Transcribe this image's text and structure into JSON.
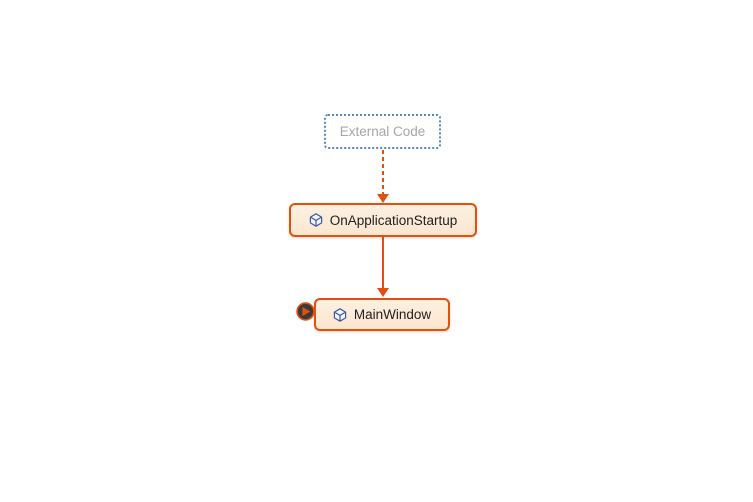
{
  "diagram": {
    "type": "dependency-graph",
    "background": "#ffffff",
    "nodes": {
      "external": {
        "label": "External Code",
        "kind": "external-group"
      },
      "startup": {
        "label": "OnApplicationStartup",
        "kind": "method",
        "icon": "cube-icon"
      },
      "mainwindow": {
        "label": "MainWindow",
        "kind": "method",
        "icon": "cube-icon",
        "has_expand_button": true
      }
    },
    "edges": [
      {
        "from": "External Code",
        "to": "OnApplicationStartup",
        "style": "dashed",
        "direction": "down"
      },
      {
        "from": "OnApplicationStartup",
        "to": "MainWindow",
        "style": "solid",
        "direction": "down"
      }
    ],
    "colors": {
      "edge_orange": "#E1500F",
      "method_border": "#E1500F",
      "method_fill_top": "#FDF0E0",
      "method_fill_bottom": "#FBE6D0",
      "method_text": "#212121",
      "external_border": "#5589B8",
      "external_text": "#A6A6A6",
      "cube_icon_stroke": "#41599F",
      "expand_circle_fill": "#3A3A3A",
      "expand_arrow": "#E1500F"
    }
  }
}
